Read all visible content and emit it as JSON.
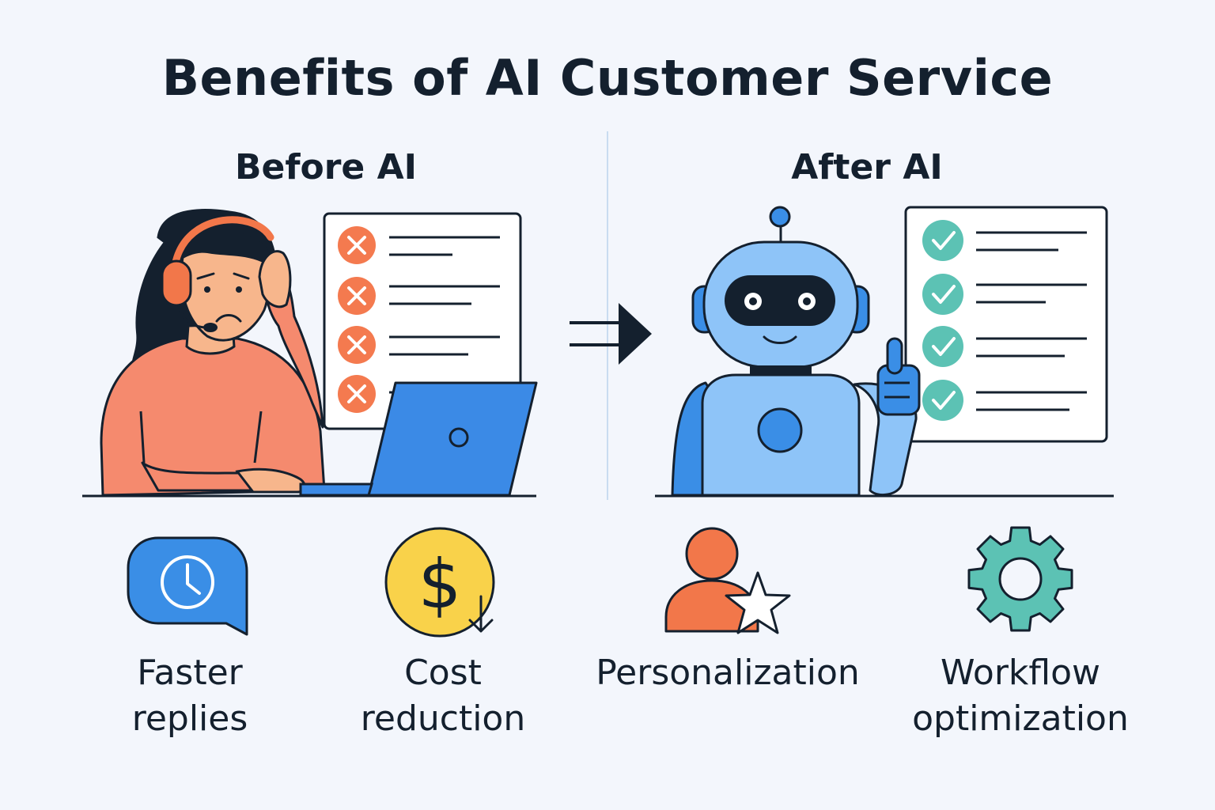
{
  "title": "Benefits of AI Customer Service",
  "sections": {
    "before": {
      "title": "Before AI",
      "checklist_status": [
        "fail",
        "fail",
        "fail",
        "fail"
      ]
    },
    "after": {
      "title": "After AI",
      "checklist_status": [
        "pass",
        "pass",
        "pass",
        "pass"
      ]
    }
  },
  "benefits": [
    {
      "label_line1": "Faster",
      "label_line2": "replies",
      "icon": "clock-chat-bubble-icon"
    },
    {
      "label_line1": "Cost",
      "label_line2": "reduction",
      "icon": "dollar-coin-down-icon"
    },
    {
      "label_line1": "Personalization",
      "label_line2": "",
      "icon": "person-star-icon"
    },
    {
      "label_line1": "Workflow",
      "label_line2": "optimization",
      "icon": "gear-icon"
    }
  ],
  "colors": {
    "background": "#f3f6fc",
    "text": "#14202e",
    "fail": "#f47a4f",
    "pass": "#5cc2b4",
    "robot_light": "#8ec4f8",
    "robot_blue": "#3a8ee6",
    "laptop": "#3b8ae6",
    "agent_shirt": "#f58a6e",
    "coin": "#f9d24a",
    "person": "#f2774a",
    "gear": "#5cc2b4"
  }
}
